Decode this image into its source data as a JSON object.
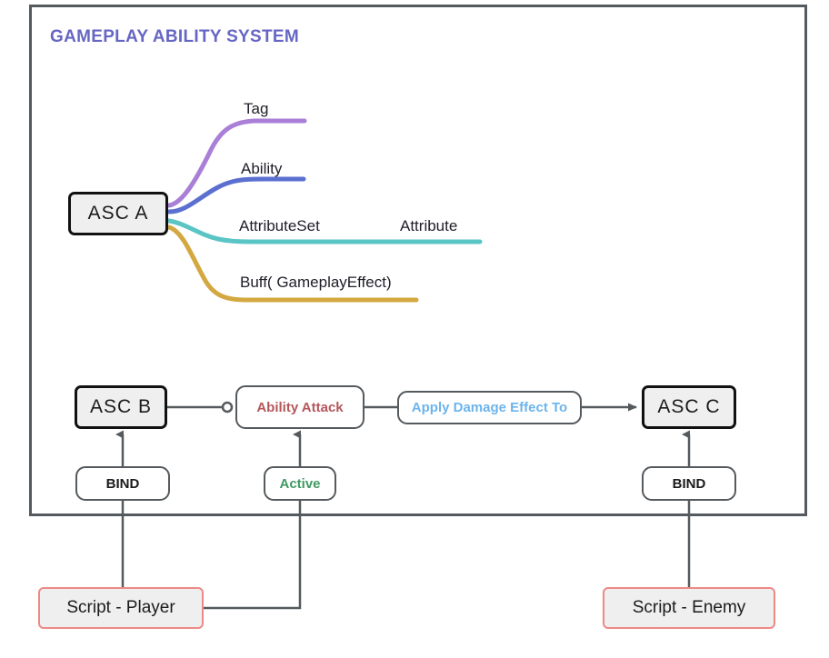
{
  "title": "GAMEPLAY ABILITY SYSTEM",
  "colors": {
    "title": "#6666c4",
    "frame": "#555a5e",
    "branch_tag": "#a97fd8",
    "branch_ability": "#5b6fd0",
    "branch_attributeset": "#5bc4c4",
    "branch_buff": "#d4a840",
    "ability_attack_text": "#b5565a",
    "apply_damage_text": "#6cb4ec",
    "active_text": "#3f9a63",
    "bind_text": "#1b1b1b",
    "script_border": "#ec8a87",
    "node_fill": "#efefef",
    "node_border": "#111111",
    "wire": "#555a5e"
  },
  "mindmap": {
    "root": "ASC  A",
    "branches": [
      {
        "id": "tag",
        "label": "Tag",
        "color": "#a97fd8"
      },
      {
        "id": "ability",
        "label": "Ability",
        "color": "#5b6fd0"
      },
      {
        "id": "attributeset",
        "label": "AttributeSet",
        "color": "#5bc4c4"
      },
      {
        "id": "attribute",
        "label": "Attribute",
        "color": "#5bc4c4"
      },
      {
        "id": "buff",
        "label": "Buff( GameplayEffect)",
        "color": "#d4a840"
      }
    ]
  },
  "flow": {
    "asc_b": "ASC B",
    "ability_attack": "Ability Attack",
    "apply_damage": "Apply Damage Effect To",
    "asc_c": "ASC C",
    "bind_b": "BIND",
    "active": "Active",
    "bind_c": "BIND",
    "script_player": "Script - Player",
    "script_enemy": "Script - Enemy"
  }
}
